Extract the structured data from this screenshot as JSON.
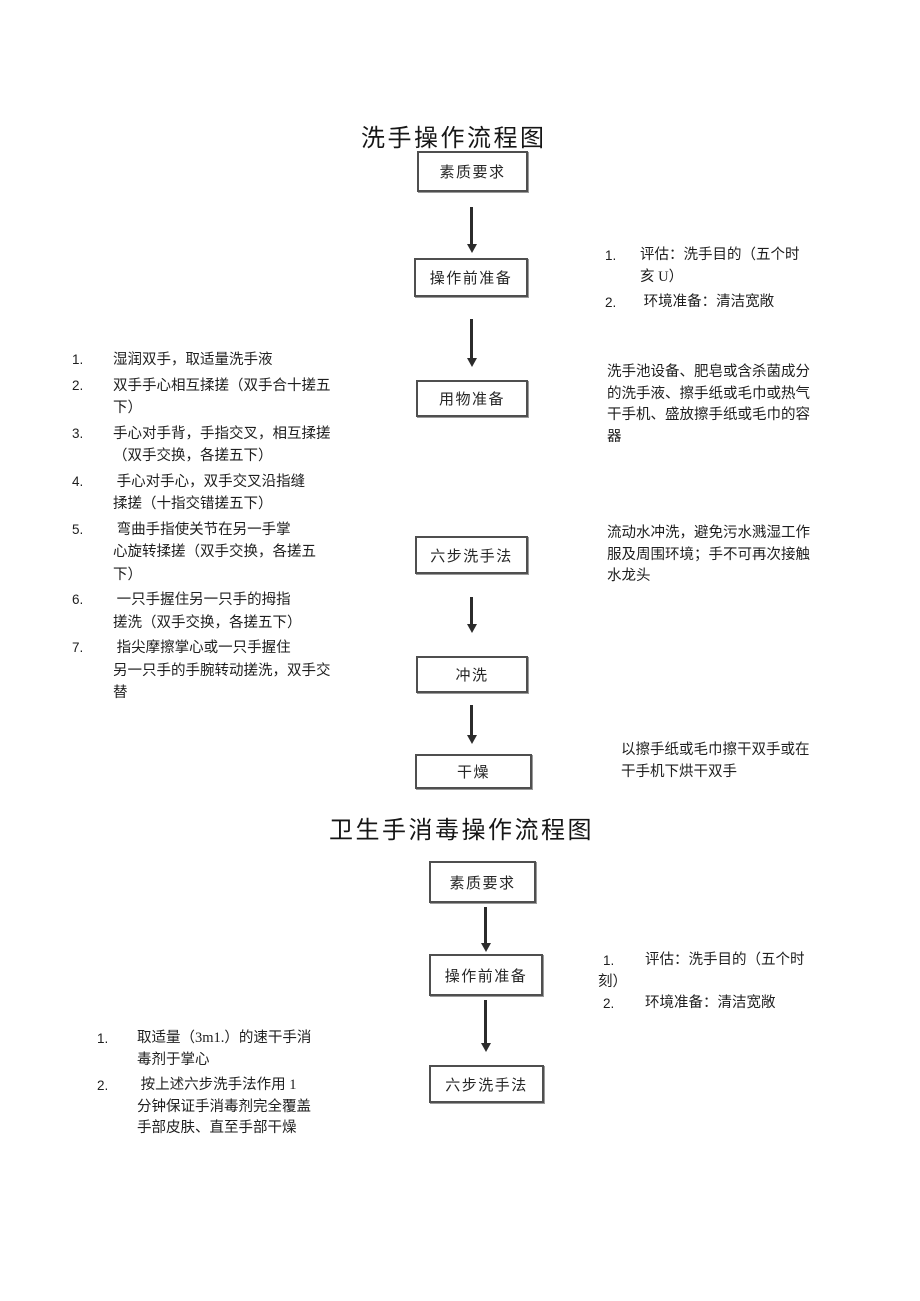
{
  "section1": {
    "title": "洗手操作流程图",
    "boxes": [
      "素质要求",
      "操作前准备",
      "用物准备",
      "六步洗手法",
      "冲洗",
      "干燥"
    ],
    "steps": [
      {
        "num": "1.",
        "text": "湿润双手，取适量洗手液"
      },
      {
        "num": "2.",
        "text": "双手手心相互揉搓（双手合十搓五\n下）"
      },
      {
        "num": "3.",
        "text": "手心对手背，手指交叉，相互揉搓\n（双手交换，各搓五下）"
      },
      {
        "num": "4.",
        "text": " 手心对手心，双手交叉沿指缝\n揉搓（十指交错搓五下）"
      },
      {
        "num": "5.",
        "text": " 弯曲手指使关节在另一手掌\n心旋转揉搓（双手交换，各搓五\n下）"
      },
      {
        "num": "6.",
        "text": " 一只手握住另一只手的拇指\n搓洗（双手交换，各搓五下）"
      },
      {
        "num": "7.",
        "text": " 指尖摩擦掌心或一只手握住\n另一只手的手腕转动搓洗，双手交\n替"
      }
    ],
    "note1": {
      "item1_num": "1.",
      "item1_text": "评估：洗手目的（五个时\n亥 U）",
      "item2_num": "2.",
      "item2_text": " 环境准备：清洁宽敞"
    },
    "note2": "洗手池设备、肥皂或含杀菌成分\n的洗手液、擦手纸或毛巾或热气\n干手机、盛放擦手纸或毛巾的容\n器",
    "note3": "流动水冲洗，避免污水溅湿工作\n服及周围环境；手不可再次接触\n水龙头",
    "note4": "以擦手纸或毛巾擦干双手或在\n干手机下烘干双手"
  },
  "section2": {
    "title": "卫生手消毒操作流程图",
    "boxes": [
      "素质要求",
      "操作前准备",
      "六步洗手法"
    ],
    "steps": [
      {
        "num": "1.",
        "text": "取适量（3m1.）的速干手消\n毒剂于掌心"
      },
      {
        "num": "2.",
        "text": " 按上述六步洗手法作用 1\n分钟保证手消毒剂完全覆盖\n手部皮肤、直至手部干燥"
      }
    ],
    "note1": {
      "item1_num": "1.",
      "item1_text": "评估：洗手目的（五个时",
      "item1_wrap": "刻）",
      "item2_num": "2.",
      "item2_text": "环境准备：清洁宽敞"
    }
  }
}
